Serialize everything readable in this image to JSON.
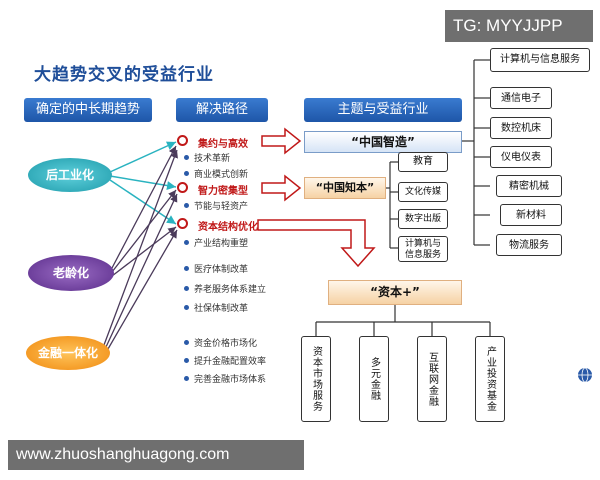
{
  "watermarks": {
    "top": "TG: MYYJJPP",
    "bottom": "www.zhuoshanghuagong.com"
  },
  "title": "大趋势交叉的受益行业",
  "headers": {
    "trends": "确定的中长期趋势",
    "paths": "解决路径",
    "themes": "主题与受益行业"
  },
  "trends": [
    "后工业化",
    "老龄化",
    "金融一体化"
  ],
  "paths": [
    {
      "label": "集约与高效",
      "subs": [
        "技术革新",
        "商业模式创新"
      ]
    },
    {
      "label": "智力密集型",
      "subs": [
        "节能与轻资产"
      ]
    },
    {
      "label": "资本结构优化",
      "subs": [
        "产业结构重塑"
      ]
    }
  ],
  "extra_subs_group1": [
    "医疗体制改革",
    "养老服务体系建立",
    "社保体制改革"
  ],
  "extra_subs_group2": [
    "资金价格市场化",
    "提升金融配置效率",
    "完善金融市场体系"
  ],
  "themes": {
    "smart": "“中国智造”",
    "knowledge": "“中国知本”",
    "capital": "“资本+”"
  },
  "knowledge_items": [
    "教育",
    "文化传媒",
    "数字出版",
    "计算机与\n信息服务"
  ],
  "smart_items": [
    "计算机与信息服务",
    "通信电子",
    "数控机床",
    "仪电仪表",
    "精密机械",
    "新材料",
    "物流服务"
  ],
  "capital_items": [
    "资本市场服务",
    "多元金融",
    "互联网金融",
    "产业投资基金"
  ],
  "colors": {
    "teal": "#2ab3c0",
    "purple": "#6a3d9a",
    "orange": "#f39a1c",
    "red": "#c01818",
    "blue": "#1e56a8"
  }
}
